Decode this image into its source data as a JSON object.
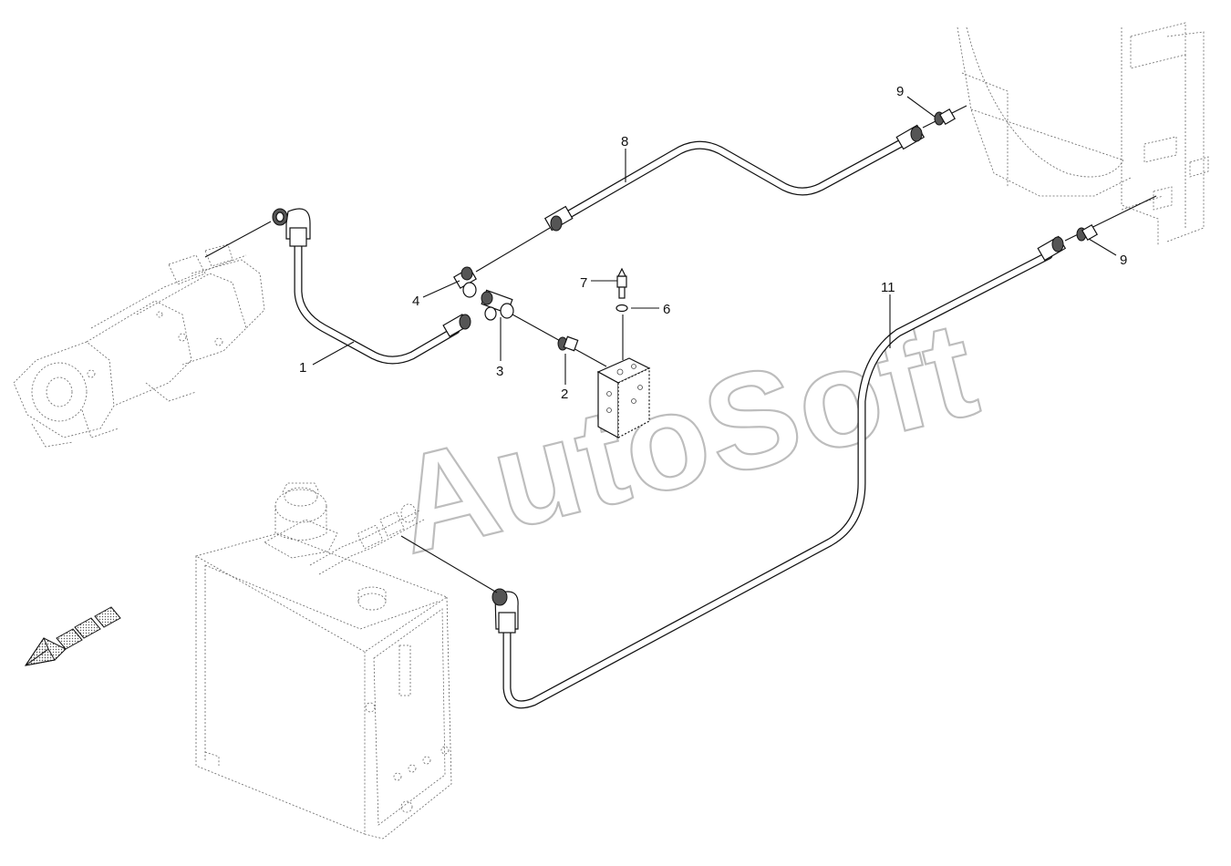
{
  "watermark": "AutoSoft",
  "callouts": {
    "c1": "1",
    "c2": "2",
    "c3": "3",
    "c4": "4",
    "c6": "6",
    "c7": "7",
    "c8": "8",
    "c9a": "9",
    "c9b": "9",
    "c11": "11"
  },
  "colors": {
    "line": "#111111",
    "watermark": "#bdbdbd",
    "direction_arrow": "#cfcfcf"
  },
  "icons": {
    "direction": "arrow-down-left-icon"
  }
}
